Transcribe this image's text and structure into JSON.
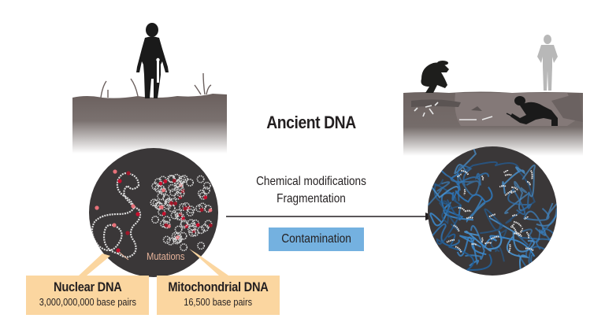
{
  "title": "Ancient DNA",
  "process": {
    "line1": "Chemical modifications",
    "line2": "Fragmentation",
    "contamination_label": "Contamination"
  },
  "left_panel": {
    "scene": "living-hominin-on-ground",
    "annotation_mutations": "Mutations",
    "nuclear": {
      "title": "Nuclear DNA",
      "subtitle": "3,000,000,000 base pairs"
    },
    "mitochondrial": {
      "title": "Mitochondrial DNA",
      "subtitle": "16,500 base pairs"
    }
  },
  "right_panel": {
    "scene": "excavation-site-with-archaeologists"
  },
  "colors": {
    "soil": "#6e6462",
    "circle": "#3a3738",
    "label_box": "#fbd6a0",
    "contamination": "#74b1e0",
    "mutation_red": "#c8102e",
    "mutation_pink": "#e8727a",
    "contaminant_blue": "#2f74b5",
    "dna_white": "#dcdcdc"
  }
}
